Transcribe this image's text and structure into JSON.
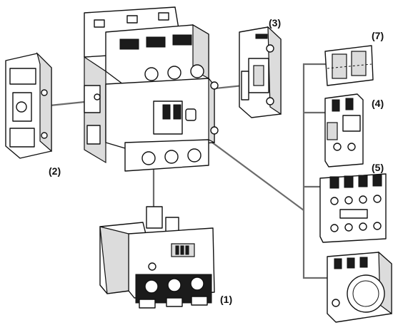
{
  "labels": {
    "part1": "(1)",
    "part2": "(2)",
    "part3": "(3)",
    "part4": "(4)",
    "part5": "(5)",
    "part7": "(7)"
  },
  "colors": {
    "line": "#111111",
    "connector": "#6b6b6b",
    "shade": "#dcdcdc",
    "background": "#ffffff"
  }
}
